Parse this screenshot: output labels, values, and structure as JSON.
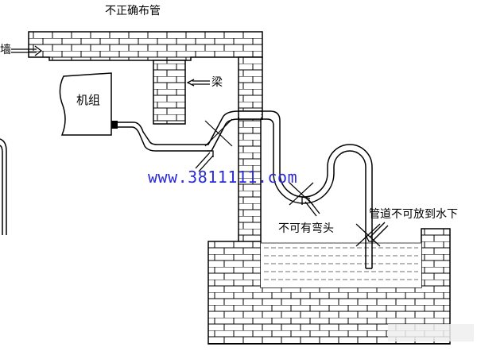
{
  "title": "不正确布管",
  "labels": {
    "wall": "墙",
    "beam": "梁",
    "unit": "机组",
    "no_bend": "不可有弯头",
    "no_water": "管道不可放到水下"
  },
  "watermark": "www.3811111.com",
  "colors": {
    "line": "#000000",
    "water_line": "#444444",
    "url": "#2a2ad8"
  }
}
